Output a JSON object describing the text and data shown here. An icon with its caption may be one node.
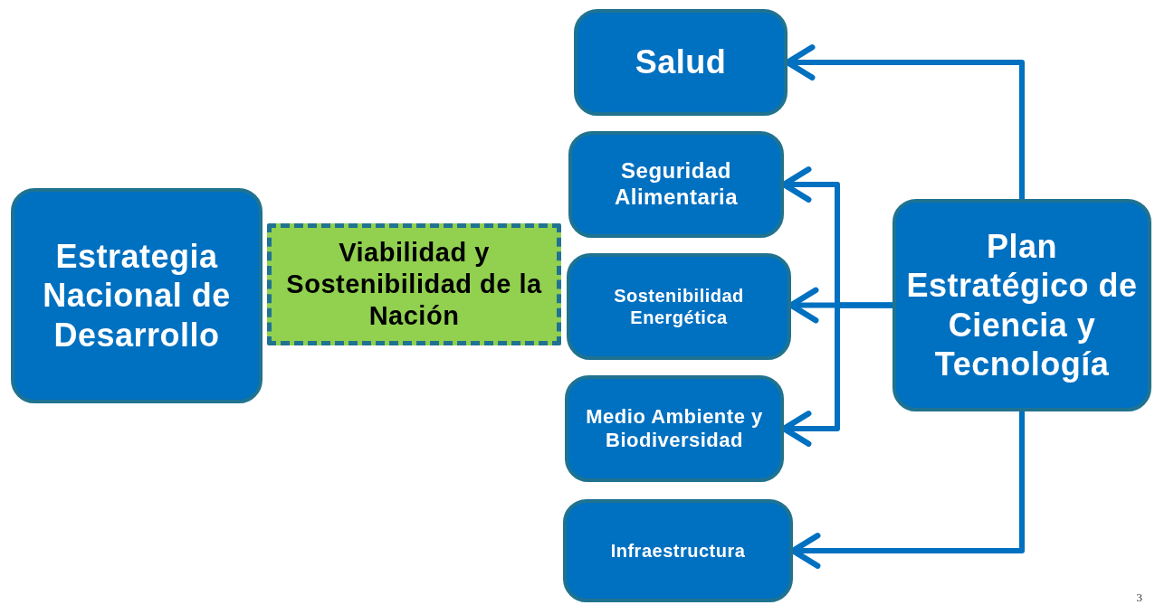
{
  "diagram": {
    "nodes": [
      {
        "text": [
          "Estrategia Nacional de Desarrollo"
        ]
      },
      {
        "text": [
          "Viabilidad y Sostenibilidad de la Nación"
        ]
      },
      {
        "text": [
          "Salud"
        ]
      },
      {
        "text": [
          "Seguridad Alimentaria"
        ]
      },
      {
        "text": [
          "Sostenibilidad Energética"
        ]
      },
      {
        "text": [
          "Medio Ambiente y Biodiversidad"
        ]
      },
      {
        "text": [
          "Infraestructura"
        ]
      },
      {
        "text": [
          "Plan Estratégico de Ciencia y Tecnología"
        ]
      }
    ],
    "edges": [
      {
        "from": 7,
        "to": 2,
        "arrow": "to"
      },
      {
        "from": 7,
        "to": 3,
        "arrow": "to"
      },
      {
        "from": 7,
        "to": 4,
        "arrow": "to"
      },
      {
        "from": 7,
        "to": 5,
        "arrow": "to"
      },
      {
        "from": 7,
        "to": 6,
        "arrow": "to"
      }
    ],
    "labels": [
      "3"
    ]
  }
}
